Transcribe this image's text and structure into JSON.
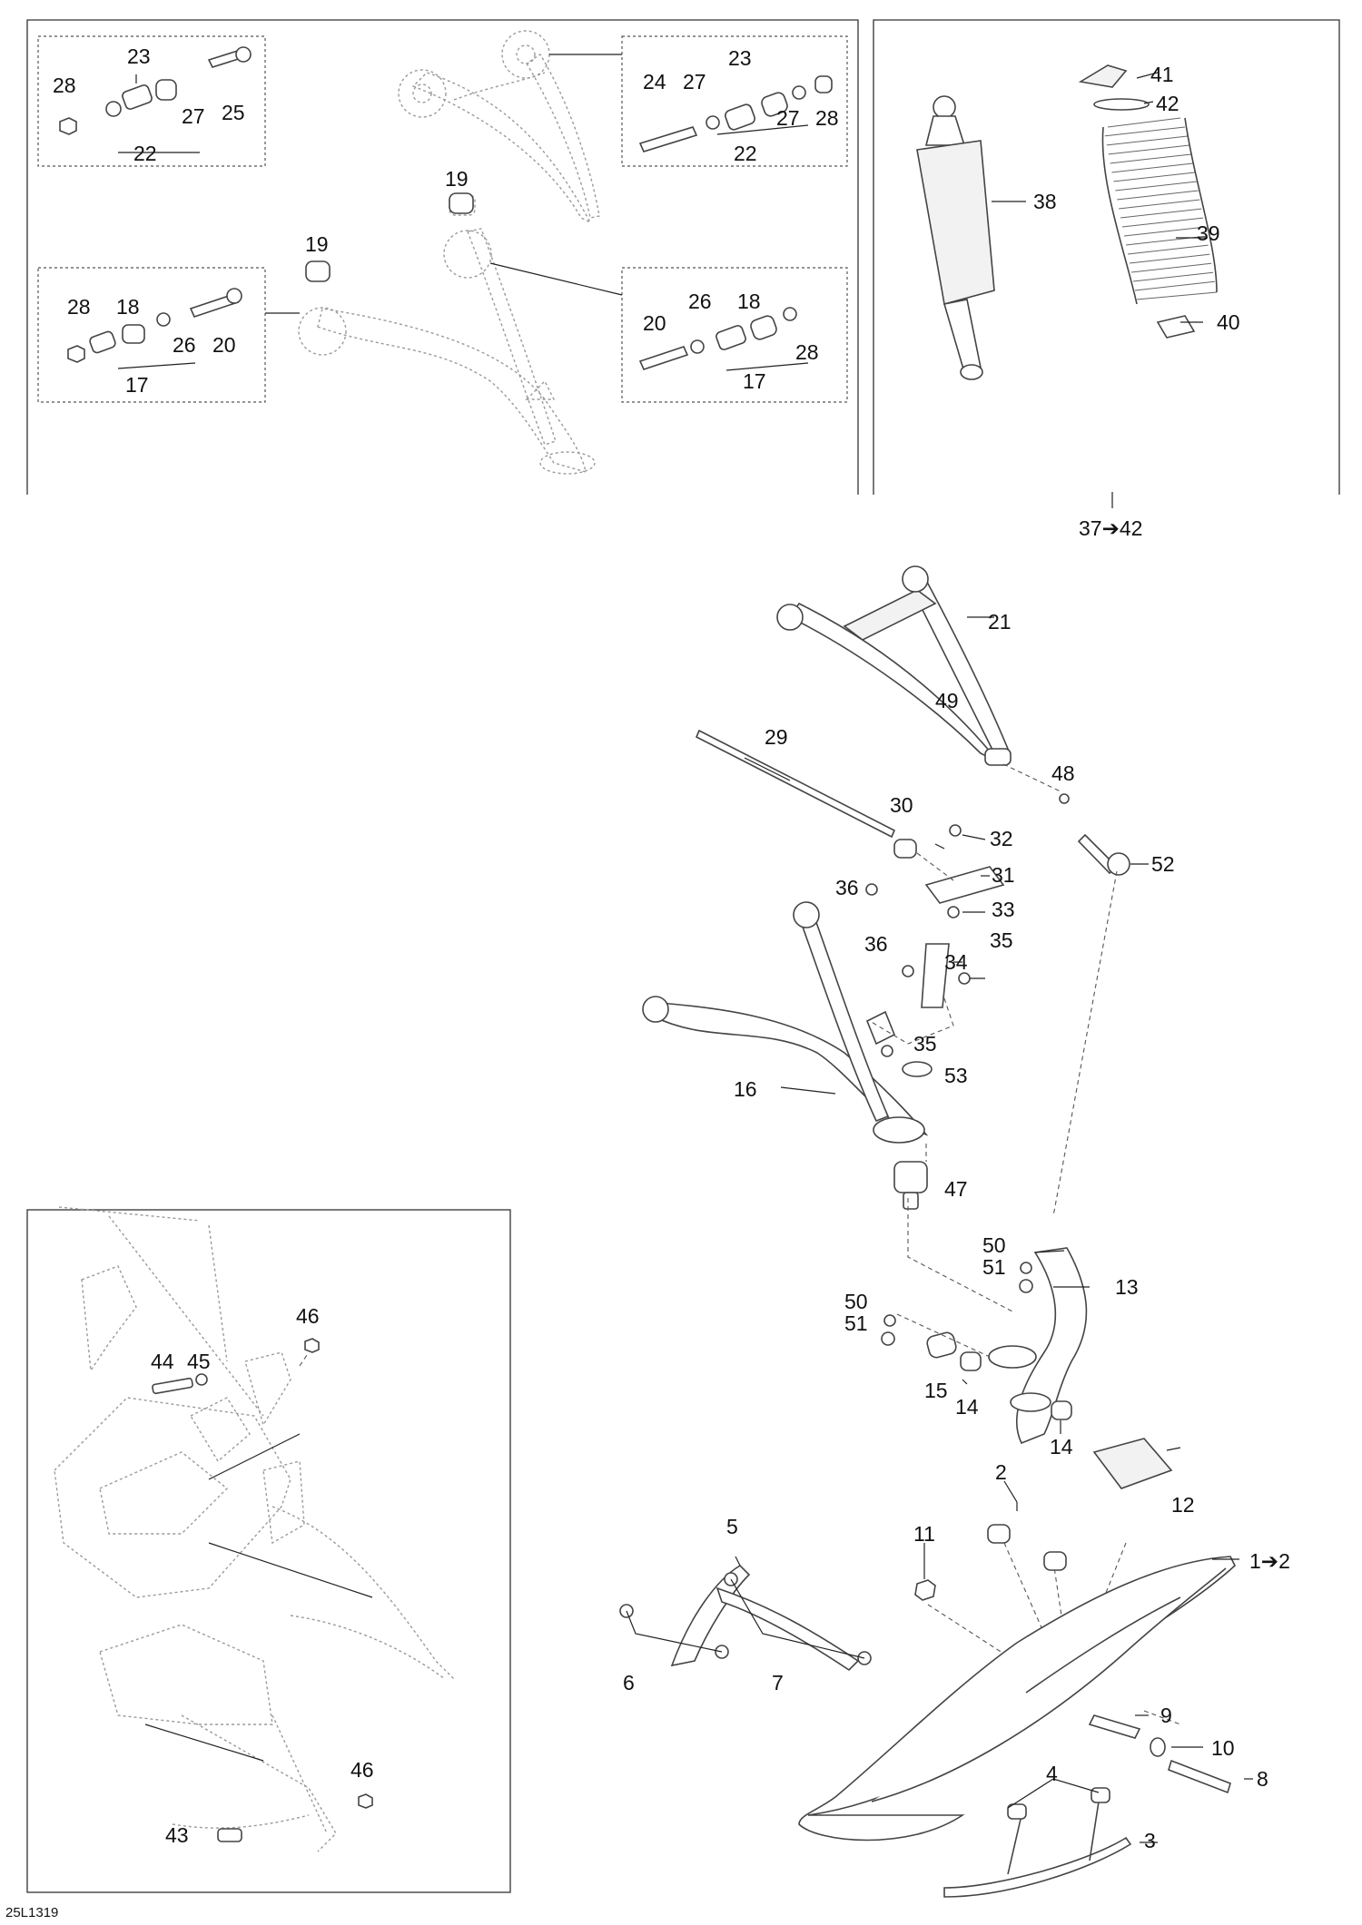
{
  "title": "",
  "figure_ref": "25L1319",
  "callouts": {
    "c1": "1➔2",
    "c2": "2",
    "c3": "3",
    "c4": "4",
    "c5": "5",
    "c6": "6",
    "c7": "7",
    "c8": "8",
    "c9": "9",
    "c10": "10",
    "c11": "11",
    "c12": "12",
    "c13": "13",
    "c14": "14",
    "c15": "15",
    "c16": "16",
    "c17": "17",
    "c18": "18",
    "c19": "19",
    "c20": "20",
    "c21": "21",
    "c22": "22",
    "c23": "23",
    "c24": "24",
    "c25": "25",
    "c26": "26",
    "c27": "27",
    "c28": "28",
    "c29": "29",
    "c30": "30",
    "c31": "31",
    "c32": "32",
    "c33": "33",
    "c34": "34",
    "c35": "35",
    "c36": "36",
    "c37": "37➔42",
    "c38": "38",
    "c39": "39",
    "c40": "40",
    "c41": "41",
    "c42": "42",
    "c43": "43",
    "c44": "44",
    "c45": "45",
    "c46": "46",
    "c47": "47",
    "c48": "48",
    "c49": "49",
    "c50": "50",
    "c51": "51",
    "c52": "52",
    "c53": "53"
  }
}
